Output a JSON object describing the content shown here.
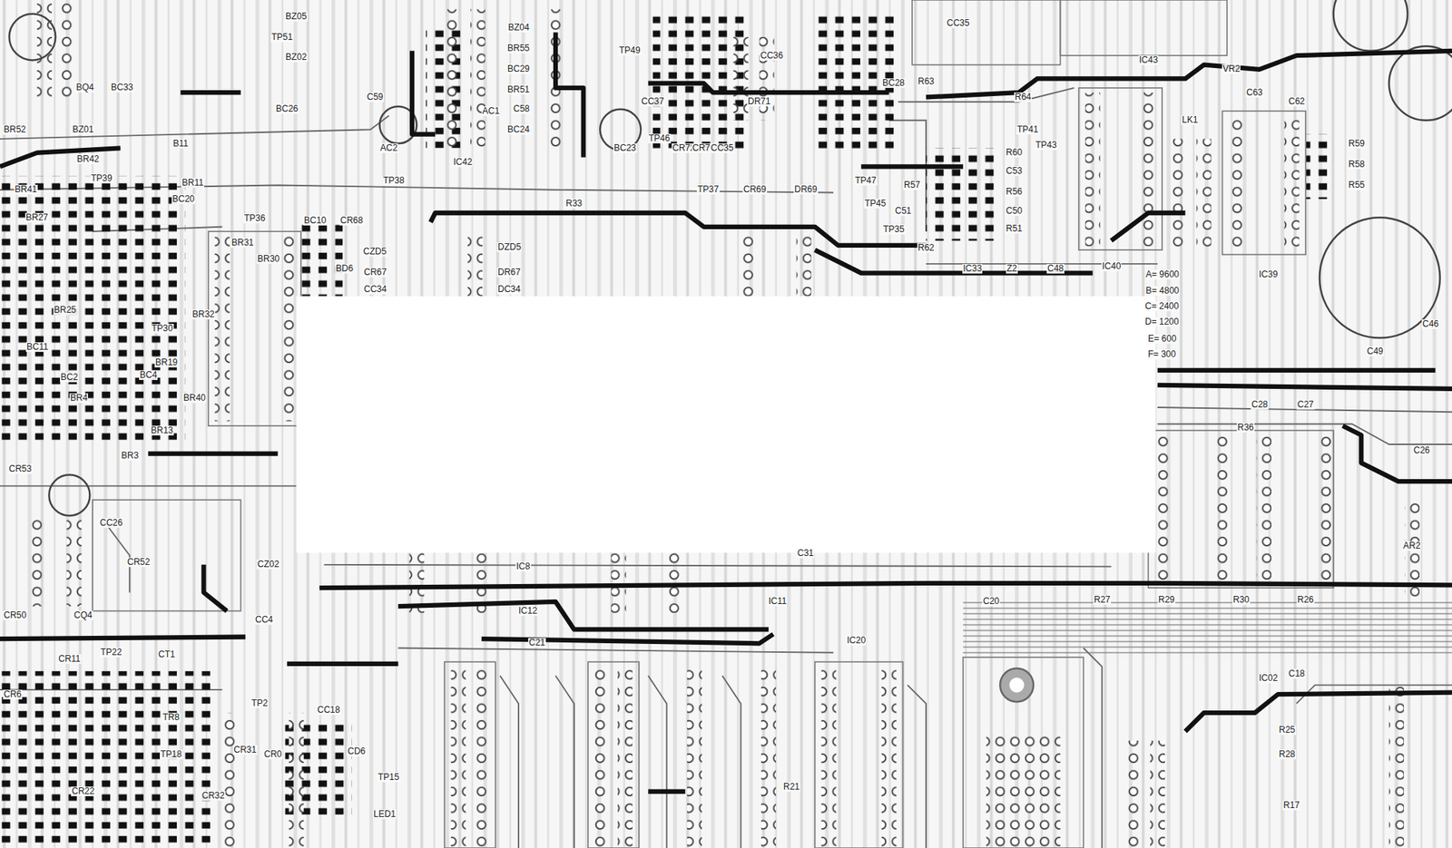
{
  "diagram": {
    "labels": [
      "BC33",
      "BQ4",
      "BZ01",
      "BR52",
      "TP51",
      "BZ05",
      "BZ02",
      "BC26",
      "B11",
      "C59",
      "AC2",
      "BZ04",
      "BR55",
      "BC29",
      "BR51",
      "C58",
      "BC24",
      "AC1",
      "TP49",
      "CC37",
      "BC23",
      "TP46",
      "CR72",
      "CR70",
      "CC35",
      "CC36",
      "DR71",
      "CR69",
      "TP37",
      "DR69",
      "BC28",
      "CC35",
      "IC43",
      "VR2",
      "C63",
      "C62",
      "R63",
      "R64",
      "TP41",
      "TP43",
      "R60",
      "C53",
      "R56",
      "C50",
      "R51",
      "R57",
      "TP47",
      "TP45",
      "C51",
      "TP35",
      "R62",
      "LK1",
      "R59",
      "R58",
      "R55",
      "IC39",
      "A= 9600",
      "B= 4800",
      "C= 2400",
      "D= 1200",
      "E= 600",
      "F= 300",
      "C49",
      "C46",
      "C48",
      "IC40",
      "Z2",
      "IC33",
      "TP38",
      "IC42",
      "R33",
      "CR68",
      "BC10",
      "TP36",
      "CZD5",
      "CR67",
      "CC34",
      "DZD5",
      "DR67",
      "DC34",
      "BD6",
      "BR30",
      "BR31",
      "BR32",
      "BR11",
      "BC20",
      "TP39",
      "BR42",
      "BR41",
      "BR27",
      "BR25",
      "BC11",
      "BR4",
      "BC2",
      "BR3",
      "BR13",
      "BC4",
      "BR19",
      "TP30",
      "BR40",
      "CR53",
      "CC26",
      "CR52",
      "CR50",
      "CQ4",
      "CZ02",
      "CC4",
      "CT1",
      "TP22",
      "CR11",
      "CR6",
      "TP2",
      "CC18",
      "CD6",
      "CR31",
      "CR0",
      "TP15",
      "LED1",
      "CR32",
      "CR22",
      "TP18",
      "TR8",
      "C28",
      "C26",
      "R36",
      "C27",
      "AR2",
      "IC11",
      "C21",
      "C31",
      "C18",
      "IC02",
      "R25",
      "R28",
      "R17",
      "IC20",
      "C20",
      "R21",
      "IC12",
      "IC8",
      "R29",
      "R30",
      "R26",
      "R27"
    ]
  }
}
